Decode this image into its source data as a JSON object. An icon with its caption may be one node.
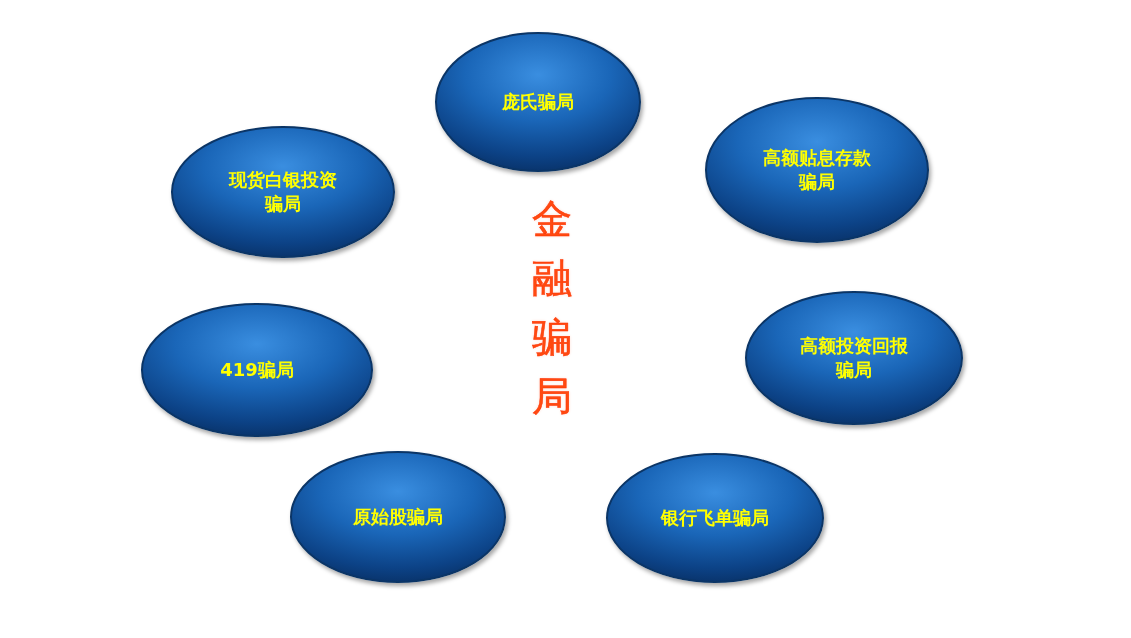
{
  "diagram": {
    "title": "金融骗局",
    "nodes": [
      {
        "text": [
          "庞氏骗局"
        ]
      },
      {
        "text": [
          "高额贴息存款骗局"
        ]
      },
      {
        "text": [
          "现货白银投资骗局"
        ]
      },
      {
        "text": [
          "高额投资回报骗局"
        ]
      },
      {
        "text": [
          "419骗局"
        ]
      },
      {
        "text": [
          "原始股骗局"
        ]
      },
      {
        "text": [
          "银行飞单骗局"
        ]
      }
    ],
    "edges": []
  }
}
